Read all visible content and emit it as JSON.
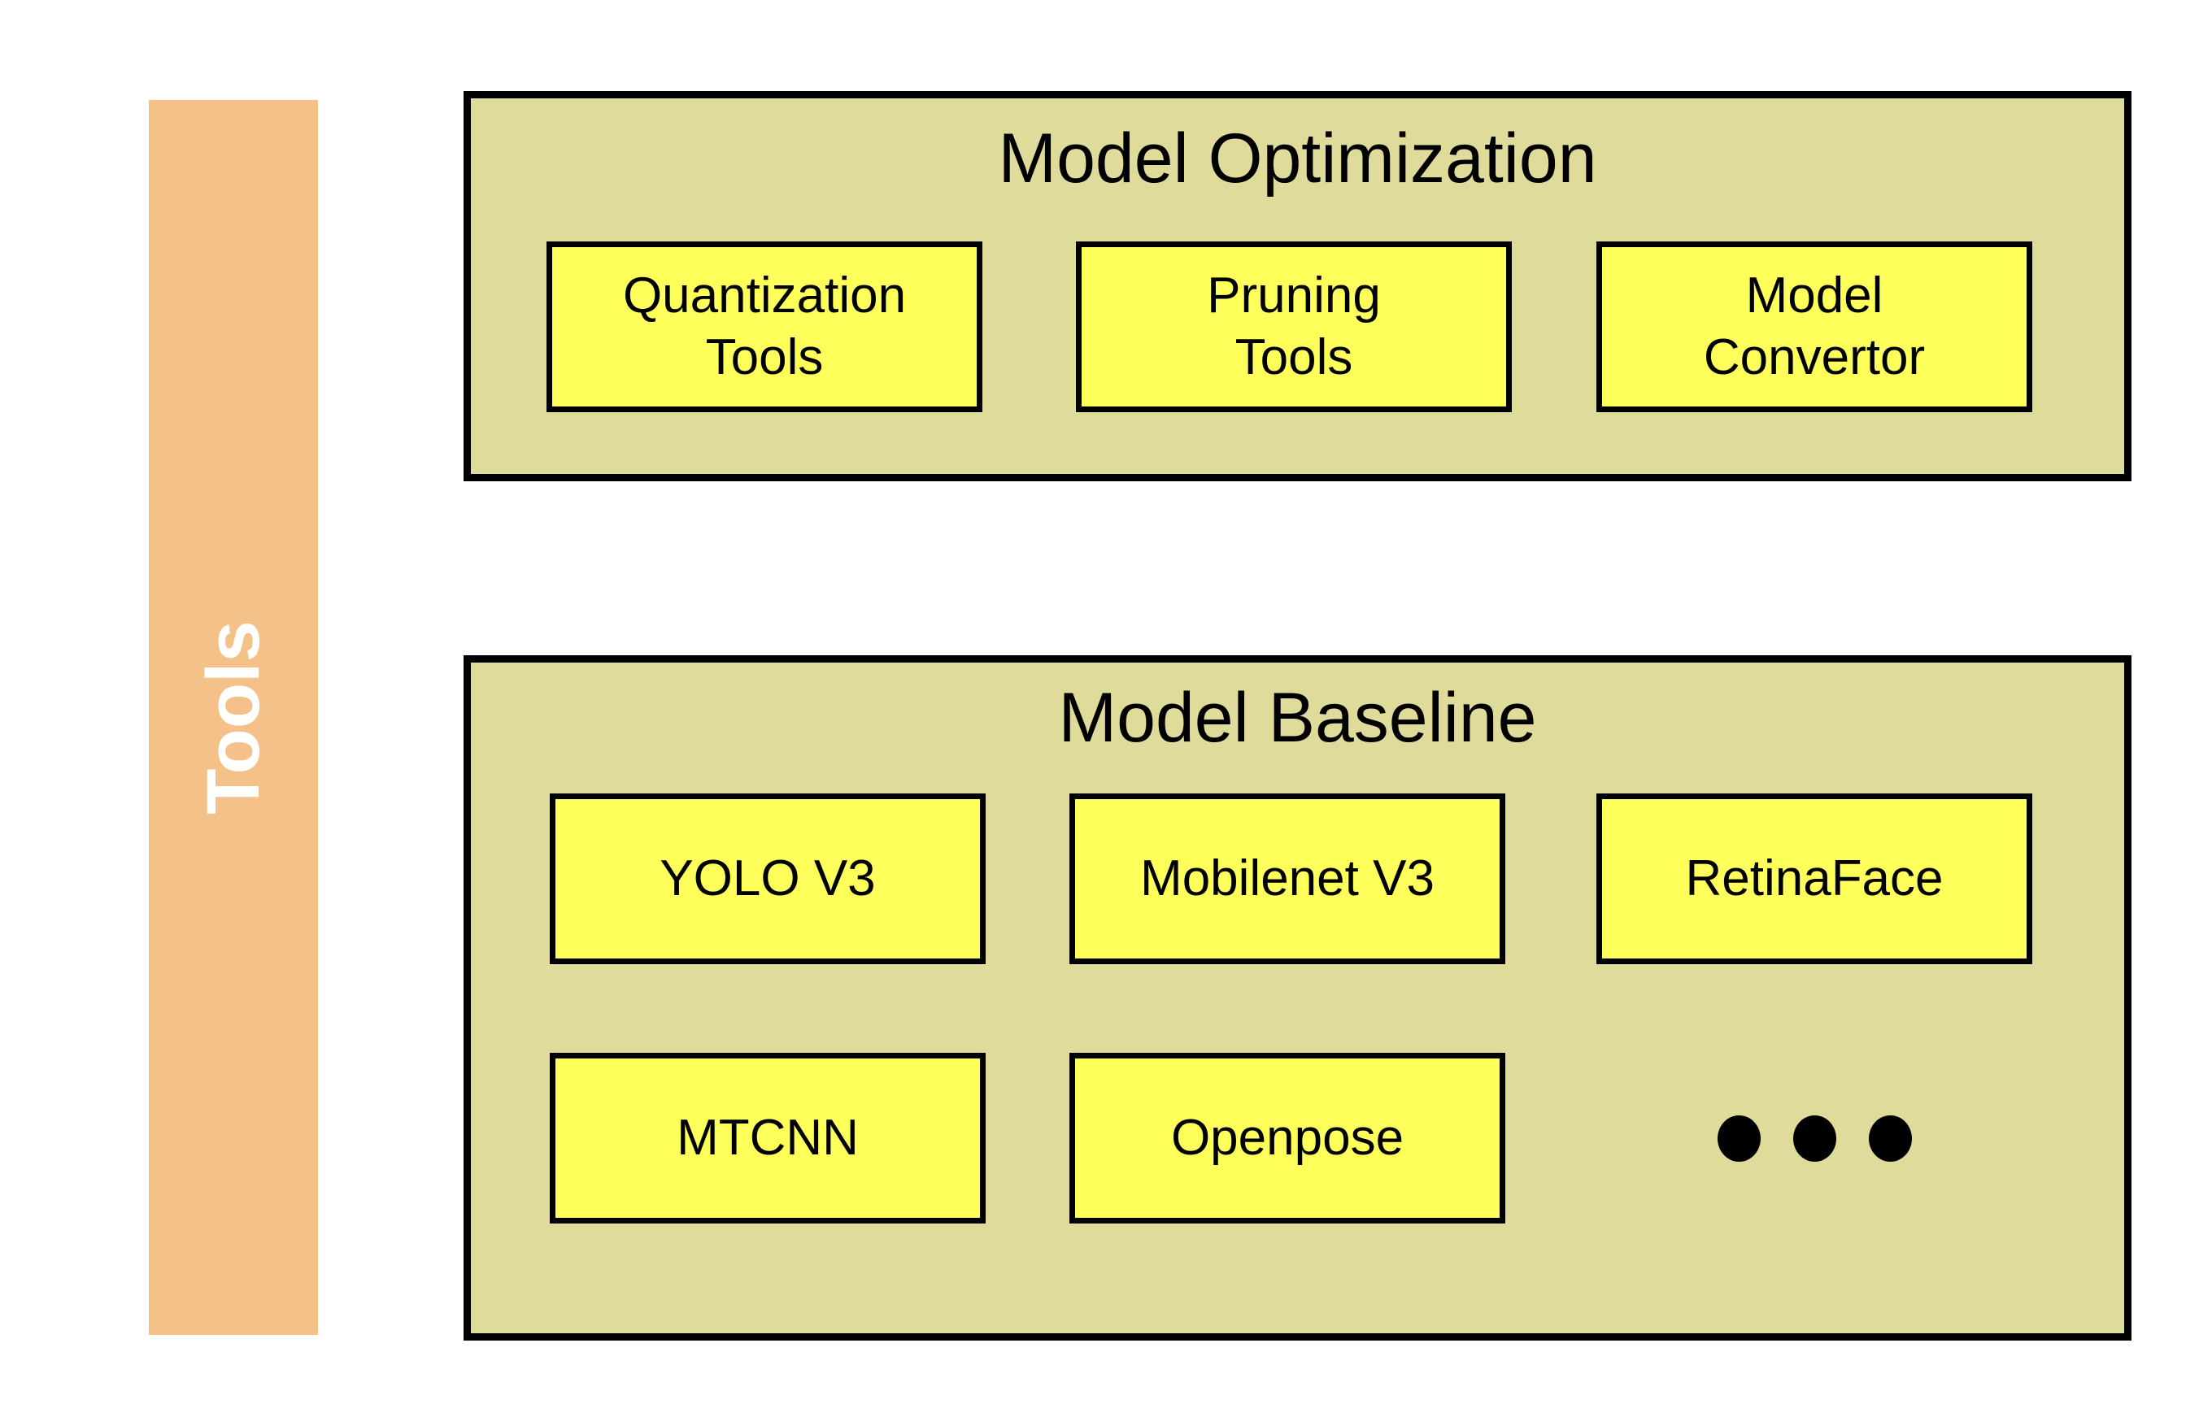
{
  "diagram": {
    "sidebar": {
      "label": "Tools"
    },
    "optimization": {
      "title": "Model Optimization",
      "items": [
        {
          "label": "Quantization\nTools"
        },
        {
          "label": "Pruning\nTools"
        },
        {
          "label": "Model\nConvertor"
        }
      ]
    },
    "baseline": {
      "title": "Model Baseline",
      "row1": [
        {
          "label": "YOLO V3"
        },
        {
          "label": "Mobilenet V3"
        },
        {
          "label": "RetinaFace"
        }
      ],
      "row2": [
        {
          "label": "MTCNN"
        },
        {
          "label": "Openpose"
        }
      ],
      "more_icon": "ellipsis-icon"
    },
    "colors": {
      "sidebar": "#f4c189",
      "sidebar_text": "#ffffff",
      "group_fill": "#dfdb9b",
      "item_fill": "#ffff5c",
      "border": "#000000",
      "text": "#000000"
    }
  }
}
